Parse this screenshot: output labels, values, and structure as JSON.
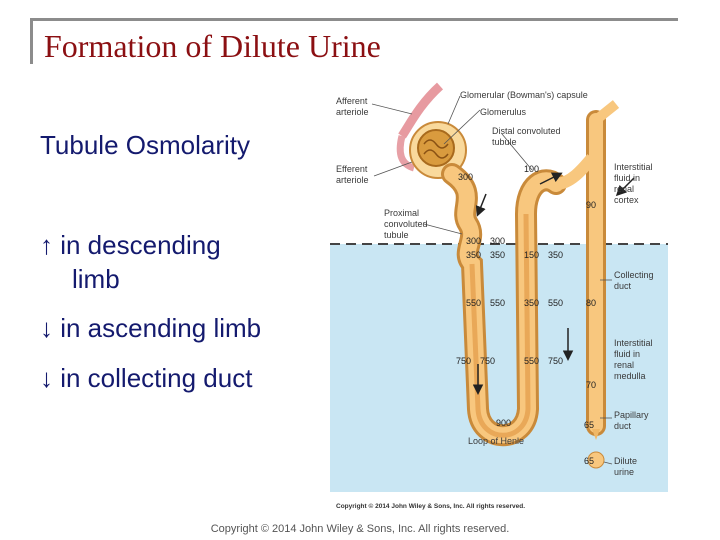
{
  "slide": {
    "title": "Formation of Dilute Urine",
    "bullets": {
      "heading": "Tubule Osmolarity",
      "descending_1": "↑ in descending",
      "descending_2": "limb",
      "ascending": "↓ in ascending limb",
      "collecting": "↓ in collecting duct"
    },
    "footer": "Copyright © 2014 John Wiley & Sons, Inc. All rights reserved."
  },
  "figure": {
    "labels": {
      "afferent_1": "Afferent",
      "afferent_2": "arteriole",
      "efferent_1": "Efferent",
      "efferent_2": "arteriole",
      "capsule": "Glomerular (Bowman's) capsule",
      "glomerulus": "Glomerulus",
      "dct_1": "Distal convoluted",
      "dct_2": "tubule",
      "pct_1": "Proximal",
      "pct_2": "convoluted",
      "pct_3": "tubule",
      "int_cortex_1": "Interstitial",
      "int_cortex_2": "fluid in",
      "int_cortex_3": "renal",
      "int_cortex_4": "cortex",
      "collecting_1": "Collecting",
      "collecting_2": "duct",
      "int_medulla_1": "Interstitial",
      "int_medulla_2": "fluid in",
      "int_medulla_3": "renal",
      "int_medulla_4": "medulla",
      "papillary_1": "Papillary",
      "papillary_2": "duct",
      "loop": "Loop of Henle",
      "dilute_1": "Dilute",
      "dilute_2": "urine",
      "copyright": "Copyright © 2014 John Wiley & Sons, Inc. All rights reserved."
    },
    "values": {
      "pct": "300",
      "dct": "100",
      "cortex": "90",
      "top_left_1": "300",
      "top_left_2": "300",
      "row1_a": "350",
      "row1_b": "350",
      "row1_c": "150",
      "row1_d": "350",
      "row2_a": "550",
      "row2_b": "550",
      "row2_c": "350",
      "row2_d": "550",
      "row2_e": "80",
      "row3_a": "750",
      "row3_b": "750",
      "row3_c": "550",
      "row3_d": "750",
      "duct_70": "70",
      "duct_65": "65",
      "loop_bottom": "900",
      "urine": "65"
    },
    "colors": {
      "cortex_bg": "#ffffff",
      "medulla_bg": "#c9e6f3",
      "tubule": "#f8c77e",
      "tubule_edge": "#c98a3a",
      "label": "#3a3a3a"
    }
  }
}
